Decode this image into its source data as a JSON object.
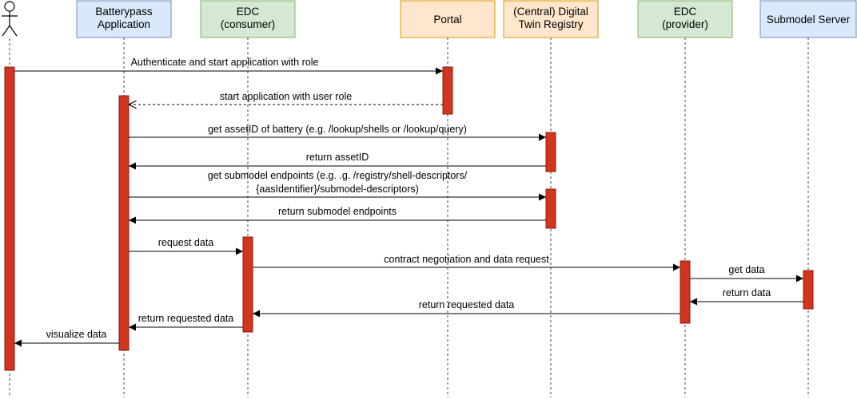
{
  "participants": [
    {
      "id": "user",
      "kind": "actor",
      "lines": []
    },
    {
      "id": "app",
      "kind": "box",
      "lines": [
        "Batterypass",
        "Application"
      ],
      "fill": "#dae8fc",
      "stroke": "#6c8ebf"
    },
    {
      "id": "edcc",
      "kind": "box",
      "lines": [
        "EDC",
        "(consumer)"
      ],
      "fill": "#d5e8d4",
      "stroke": "#82b366"
    },
    {
      "id": "portal",
      "kind": "box",
      "lines": [
        "Portal"
      ],
      "fill": "#ffe6cc",
      "stroke": "#d79b00"
    },
    {
      "id": "dtr",
      "kind": "box",
      "lines": [
        "(Central) Digital",
        "Twin Registry"
      ],
      "fill": "#ffe6cc",
      "stroke": "#d79b00"
    },
    {
      "id": "edcp",
      "kind": "box",
      "lines": [
        "EDC",
        "(provider)"
      ],
      "fill": "#d5e8d4",
      "stroke": "#82b366"
    },
    {
      "id": "sub",
      "kind": "box",
      "lines": [
        "Submodel Server"
      ],
      "fill": "#dae8fc",
      "stroke": "#6c8ebf"
    }
  ],
  "messages": [
    {
      "from": "user",
      "to": "portal",
      "lines": [
        "Authenticate and start application with role"
      ],
      "style": "solid"
    },
    {
      "from": "portal",
      "to": "app",
      "lines": [
        "start application with user role"
      ],
      "style": "dashed"
    },
    {
      "from": "app",
      "to": "dtr",
      "lines": [
        "get assetID of battery (e.g. /lookup/shells or /lookup/query)"
      ],
      "style": "solid"
    },
    {
      "from": "dtr",
      "to": "app",
      "lines": [
        "return assetID"
      ],
      "style": "solid"
    },
    {
      "from": "app",
      "to": "dtr",
      "lines": [
        "get submodel endpoints (e.g. .g. /registry/shell-descriptors/",
        "{aasIdentifier}/submodel-descriptors)"
      ],
      "style": "solid"
    },
    {
      "from": "dtr",
      "to": "app",
      "lines": [
        "return submodel endpoints"
      ],
      "style": "solid"
    },
    {
      "from": "app",
      "to": "edcc",
      "lines": [
        "request data"
      ],
      "style": "solid"
    },
    {
      "from": "edcc",
      "to": "edcp",
      "lines": [
        "contract negotiation and data request"
      ],
      "style": "solid"
    },
    {
      "from": "edcp",
      "to": "sub",
      "lines": [
        "get data"
      ],
      "style": "solid"
    },
    {
      "from": "sub",
      "to": "edcp",
      "lines": [
        "return data"
      ],
      "style": "solid"
    },
    {
      "from": "edcp",
      "to": "edcc",
      "lines": [
        "return requested data"
      ],
      "style": "solid"
    },
    {
      "from": "edcc",
      "to": "app",
      "lines": [
        "return requested data"
      ],
      "style": "solid"
    },
    {
      "from": "app",
      "to": "user",
      "lines": [
        "visualize data"
      ],
      "style": "solid"
    }
  ],
  "colors": {
    "activation_fill": "#d1351f",
    "activation_stroke": "#8b1a0c",
    "lifeline": "#444444",
    "arrow": "#000000"
  }
}
